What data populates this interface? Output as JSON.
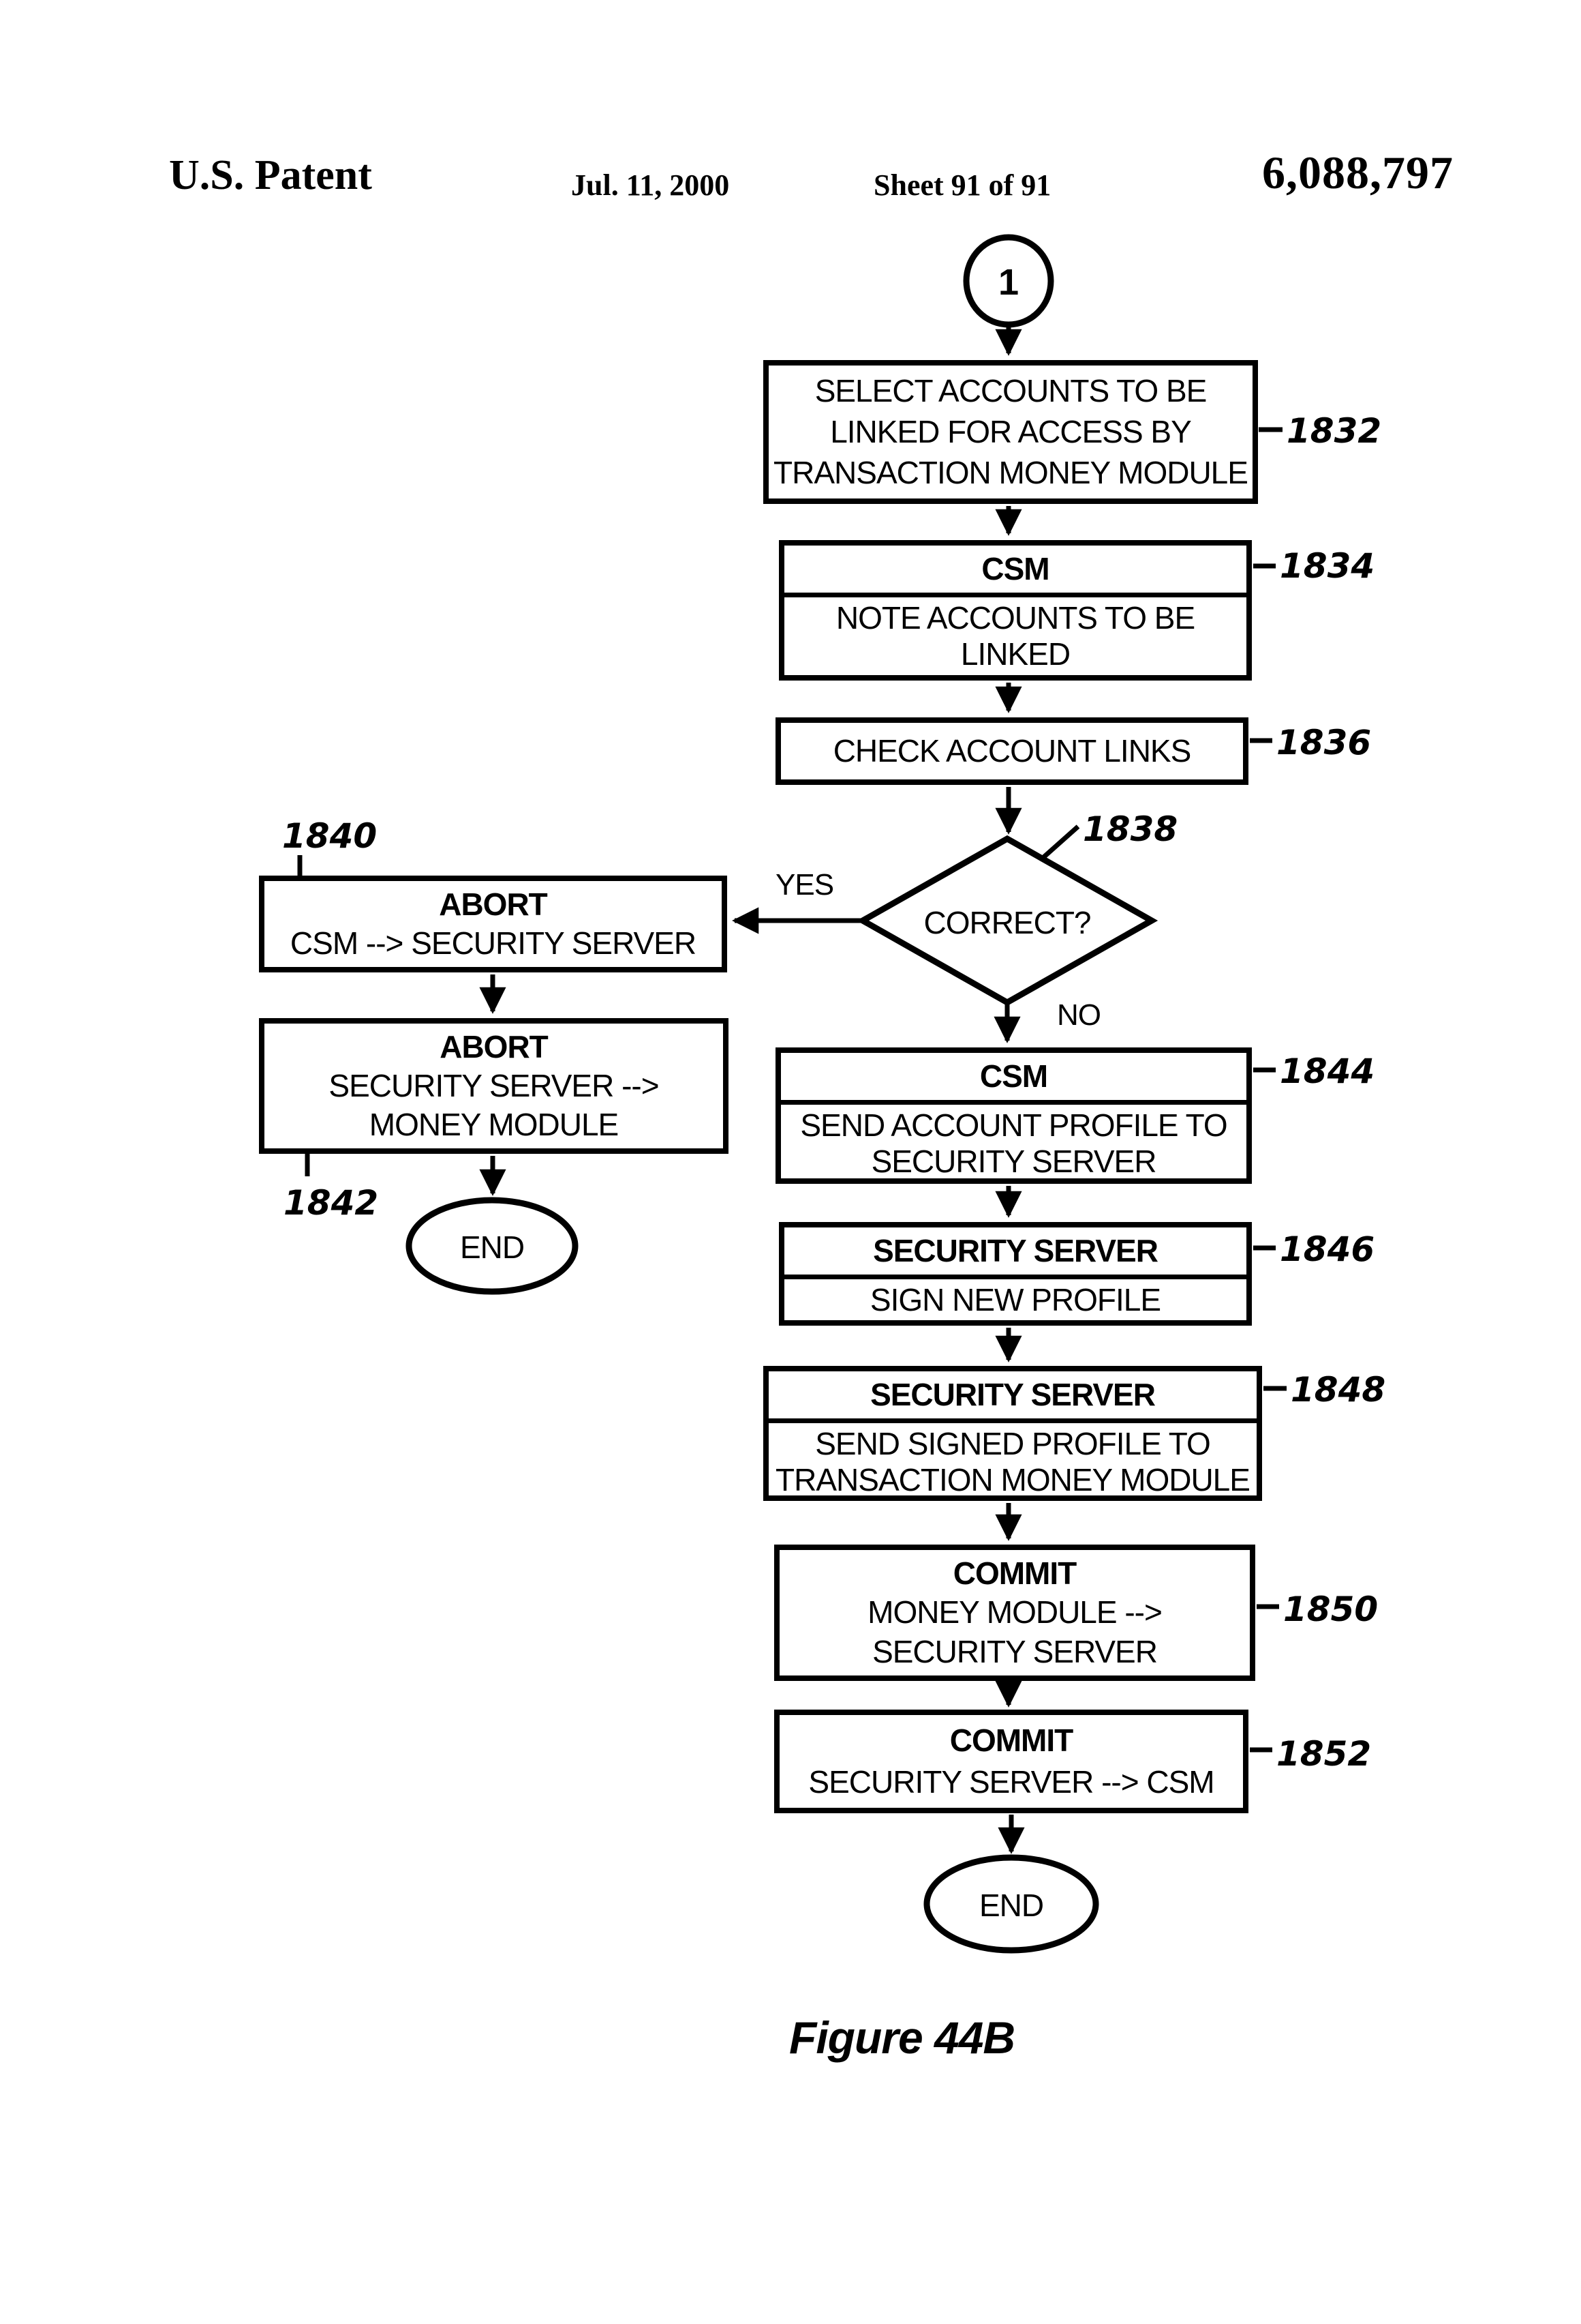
{
  "header": {
    "title": "U.S. Patent",
    "date": "Jul. 11, 2000",
    "sheet": "Sheet 91 of 91",
    "patent_number": "6,088,797"
  },
  "connector": {
    "label": "1"
  },
  "decision": {
    "label": "CORRECT?",
    "ref": "1838",
    "yes_label": "YES",
    "no_label": "NO"
  },
  "boxes": {
    "b1832": {
      "ref": "1832",
      "lines": [
        "SELECT ACCOUNTS TO BE",
        "LINKED FOR ACCESS BY",
        "TRANSACTION MONEY MODULE"
      ]
    },
    "b1834": {
      "ref": "1834",
      "header": "CSM",
      "lines": [
        "NOTE ACCOUNTS TO BE",
        "LINKED"
      ]
    },
    "b1836": {
      "ref": "1836",
      "lines": [
        "CHECK ACCOUNT LINKS"
      ]
    },
    "b1840": {
      "ref": "1840",
      "header": "ABORT",
      "lines": [
        "CSM --> SECURITY SERVER"
      ]
    },
    "b1842": {
      "ref": "1842",
      "header": "ABORT",
      "lines": [
        "SECURITY SERVER -->",
        "MONEY MODULE"
      ]
    },
    "b1844": {
      "ref": "1844",
      "header": "CSM",
      "lines": [
        "SEND ACCOUNT PROFILE TO",
        "SECURITY SERVER"
      ]
    },
    "b1846": {
      "ref": "1846",
      "header": "SECURITY SERVER",
      "lines": [
        "SIGN NEW PROFILE"
      ]
    },
    "b1848": {
      "ref": "1848",
      "header": "SECURITY SERVER",
      "lines": [
        "SEND SIGNED PROFILE TO",
        "TRANSACTION MONEY MODULE"
      ]
    },
    "b1850": {
      "ref": "1850",
      "header": "COMMIT",
      "lines": [
        "MONEY MODULE -->",
        "SECURITY SERVER"
      ]
    },
    "b1852": {
      "ref": "1852",
      "header": "COMMIT",
      "lines": [
        "SECURITY SERVER --> CSM"
      ]
    }
  },
  "terminators": {
    "left_end": "END",
    "bottom_end": "END"
  },
  "caption": "Figure 44B",
  "colors": {
    "ink": "#000000",
    "paper": "#ffffff"
  }
}
